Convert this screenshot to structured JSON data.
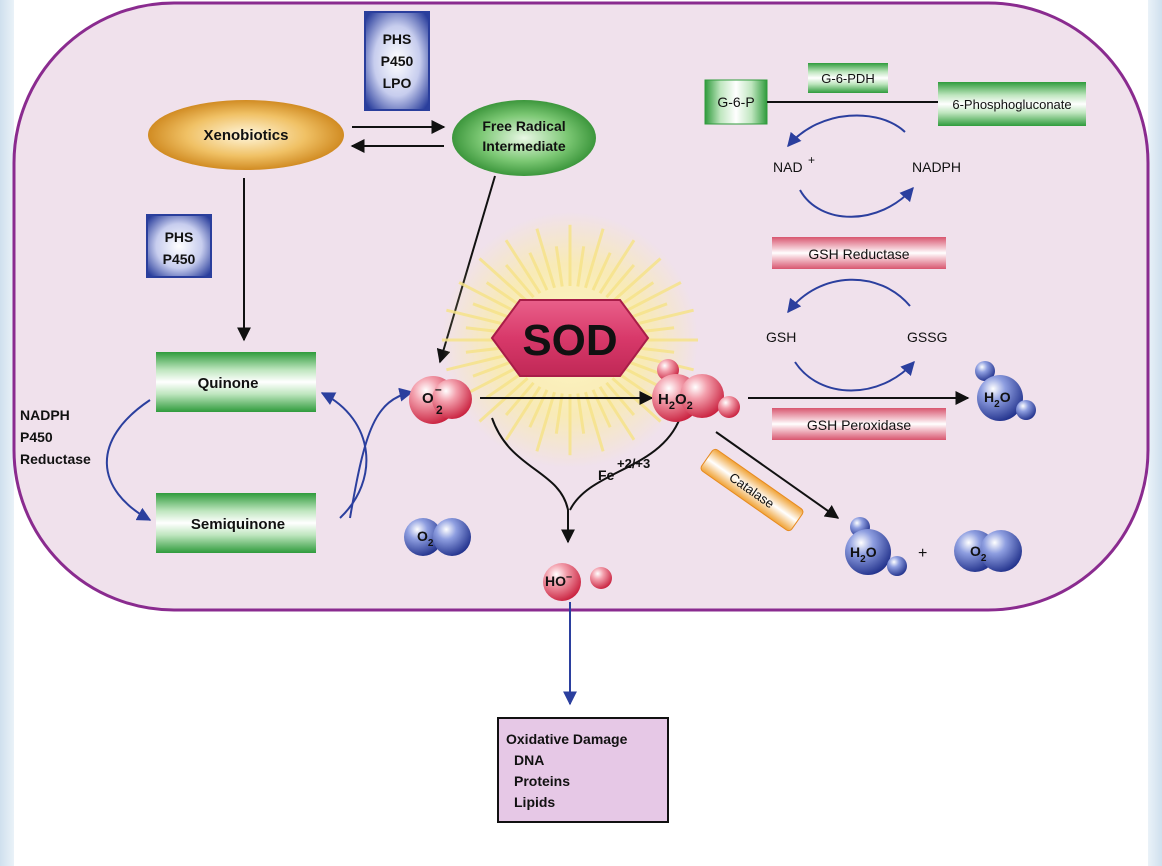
{
  "enzyme_boxes": {
    "top": [
      "PHS",
      "P450",
      "LPO"
    ],
    "left": [
      "PHS",
      "P450"
    ]
  },
  "nodes": {
    "xenobiotics": "Xenobiotics",
    "free_radical": [
      "Free Radical",
      "Intermediate"
    ],
    "quinone": "Quinone",
    "semiquinone": "Semiquinone",
    "sod": "SOD"
  },
  "reductase_label": [
    "NADPH",
    "P450",
    "Reductase"
  ],
  "iron_label": {
    "base": "Fe",
    "sup": "+2/+3"
  },
  "pentose": {
    "g6p": "G-6-P",
    "g6pdh": "G-6-PDH",
    "phosphogluconate": "6-Phosphogluconate",
    "nad": "NAD",
    "nad_sup": "+",
    "nadph": "NADPH"
  },
  "glutathione": {
    "reductase": "GSH Reductase",
    "gsh": "GSH",
    "gssg": "GSSG",
    "peroxidase": "GSH Peroxidase"
  },
  "catalase": "Catalase",
  "plus": "+",
  "damage": {
    "title": "Oxidative Damage",
    "items": [
      "DNA",
      "Proteins",
      "Lipids"
    ]
  },
  "colors": {
    "cell_fill": "#f0e1ec",
    "cell_border": "#8a2b8f",
    "red_molecule": "#d8344c",
    "blue_molecule": "#2a3e9c",
    "green_bar": "#2f9b3c",
    "pink_bar": "#d8566f",
    "orange_ellipse": "#d98c1a",
    "enzyme_box": "#2a3e9c",
    "sod_fill": "#d8396a",
    "damage_fill": "#e6c8e6"
  }
}
